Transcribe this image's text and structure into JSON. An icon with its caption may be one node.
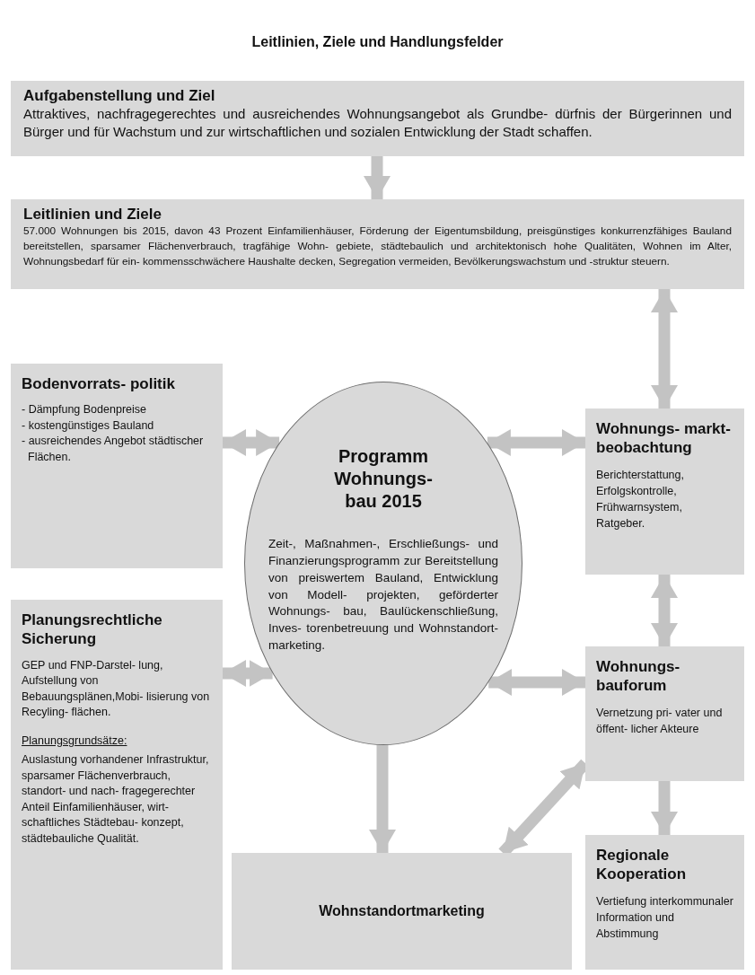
{
  "diagram": {
    "title": "Leitlinien, Ziele und Handlungsfelder",
    "nodes": [
      {
        "text": [
          "Aufgabenstellung und Ziel",
          "Attraktives, nachfragegerechtes und ausreichendes Wohnungsangebot als Grundbe- dürfnis der Bürgerinnen und Bürger und für Wachstum und zur wirtschaftlichen und sozialen Entwicklung der Stadt schaffen."
        ]
      },
      {
        "text": [
          "Leitlinien und Ziele",
          "57.000 Wohnungen bis 2015, davon 43 Prozent Einfamilienhäuser, Förderung der Eigentumsbildung, preisgünstiges konkurrenzfähiges Bauland bereitstellen, sparsamer Flächenverbrauch, tragfähige Wohn- gebiete, städtebaulich und architektonisch hohe Qualitäten, Wohnen im Alter, Wohnungsbedarf für ein- kommensschwächere Haushalte decken, Segregation vermeiden, Bevölkerungswachstum und -struktur steuern."
        ]
      },
      {
        "text": [
          "Bodenvorrats- politik",
          "- Dämpfung Bodenpreise",
          "- kostengünstiges Bauland",
          "- ausreichendes Angebot städtischer Flächen."
        ]
      },
      {
        "text": [
          "Programm Wohnungs- bau 2015",
          "Zeit-, Maßnahmen-, Erschließungs- und Finanzierungsprogramm zur Bereitstellung von preiswertem Bauland, Entwicklung von Modell- projekten, geförderter Wohnungs- bau, Baulückenschließung, Inves- torenbetreuung und Wohnstandort- marketing."
        ]
      },
      {
        "text": [
          "Wohnungs- markt- beobachtung",
          "Berichterstattung, Erfolgskontrolle, Frühwarnsystem, Ratgeber."
        ]
      },
      {
        "text": [
          "Planungsrechtliche Sicherung",
          "GEP und FNP-Darstel- lung, Aufstellung von Bebauungsplänen,Mobi- lisierung von Recyling- flächen.",
          "Planungsgrundsätze:",
          "Auslastung vorhandener Infrastruktur, sparsamer Flächenverbrauch, standort- und nach- fragegerechter Anteil Einfamilienhäuser, wirt- schaftliches Städtebau- konzept, städtebauliche Qualität."
        ]
      },
      {
        "text": [
          "Wohnungs- bauforum",
          "Vernetzung pri- vater und öffent- licher Akteure"
        ]
      },
      {
        "text": [
          "Wohnstandortmarketing"
        ]
      },
      {
        "text": [
          "Regionale Kooperation",
          "Vertiefung interkommunaler Information und Abstimmung"
        ]
      }
    ],
    "edges": [
      {
        "from": 0,
        "to": 1,
        "arrow": "to"
      },
      {
        "from": 1,
        "to": 4,
        "arrow": "both"
      },
      {
        "from": 2,
        "to": 3,
        "arrow": "both"
      },
      {
        "from": 5,
        "to": 3,
        "arrow": "both"
      },
      {
        "from": 3,
        "to": 4,
        "arrow": "both"
      },
      {
        "from": 4,
        "to": 6,
        "arrow": "both"
      },
      {
        "from": 3,
        "to": 6,
        "arrow": "both"
      },
      {
        "from": 3,
        "to": 7,
        "arrow": "to"
      },
      {
        "from": 7,
        "to": 6,
        "arrow": "both"
      },
      {
        "from": 6,
        "to": 8,
        "arrow": "to"
      }
    ]
  }
}
